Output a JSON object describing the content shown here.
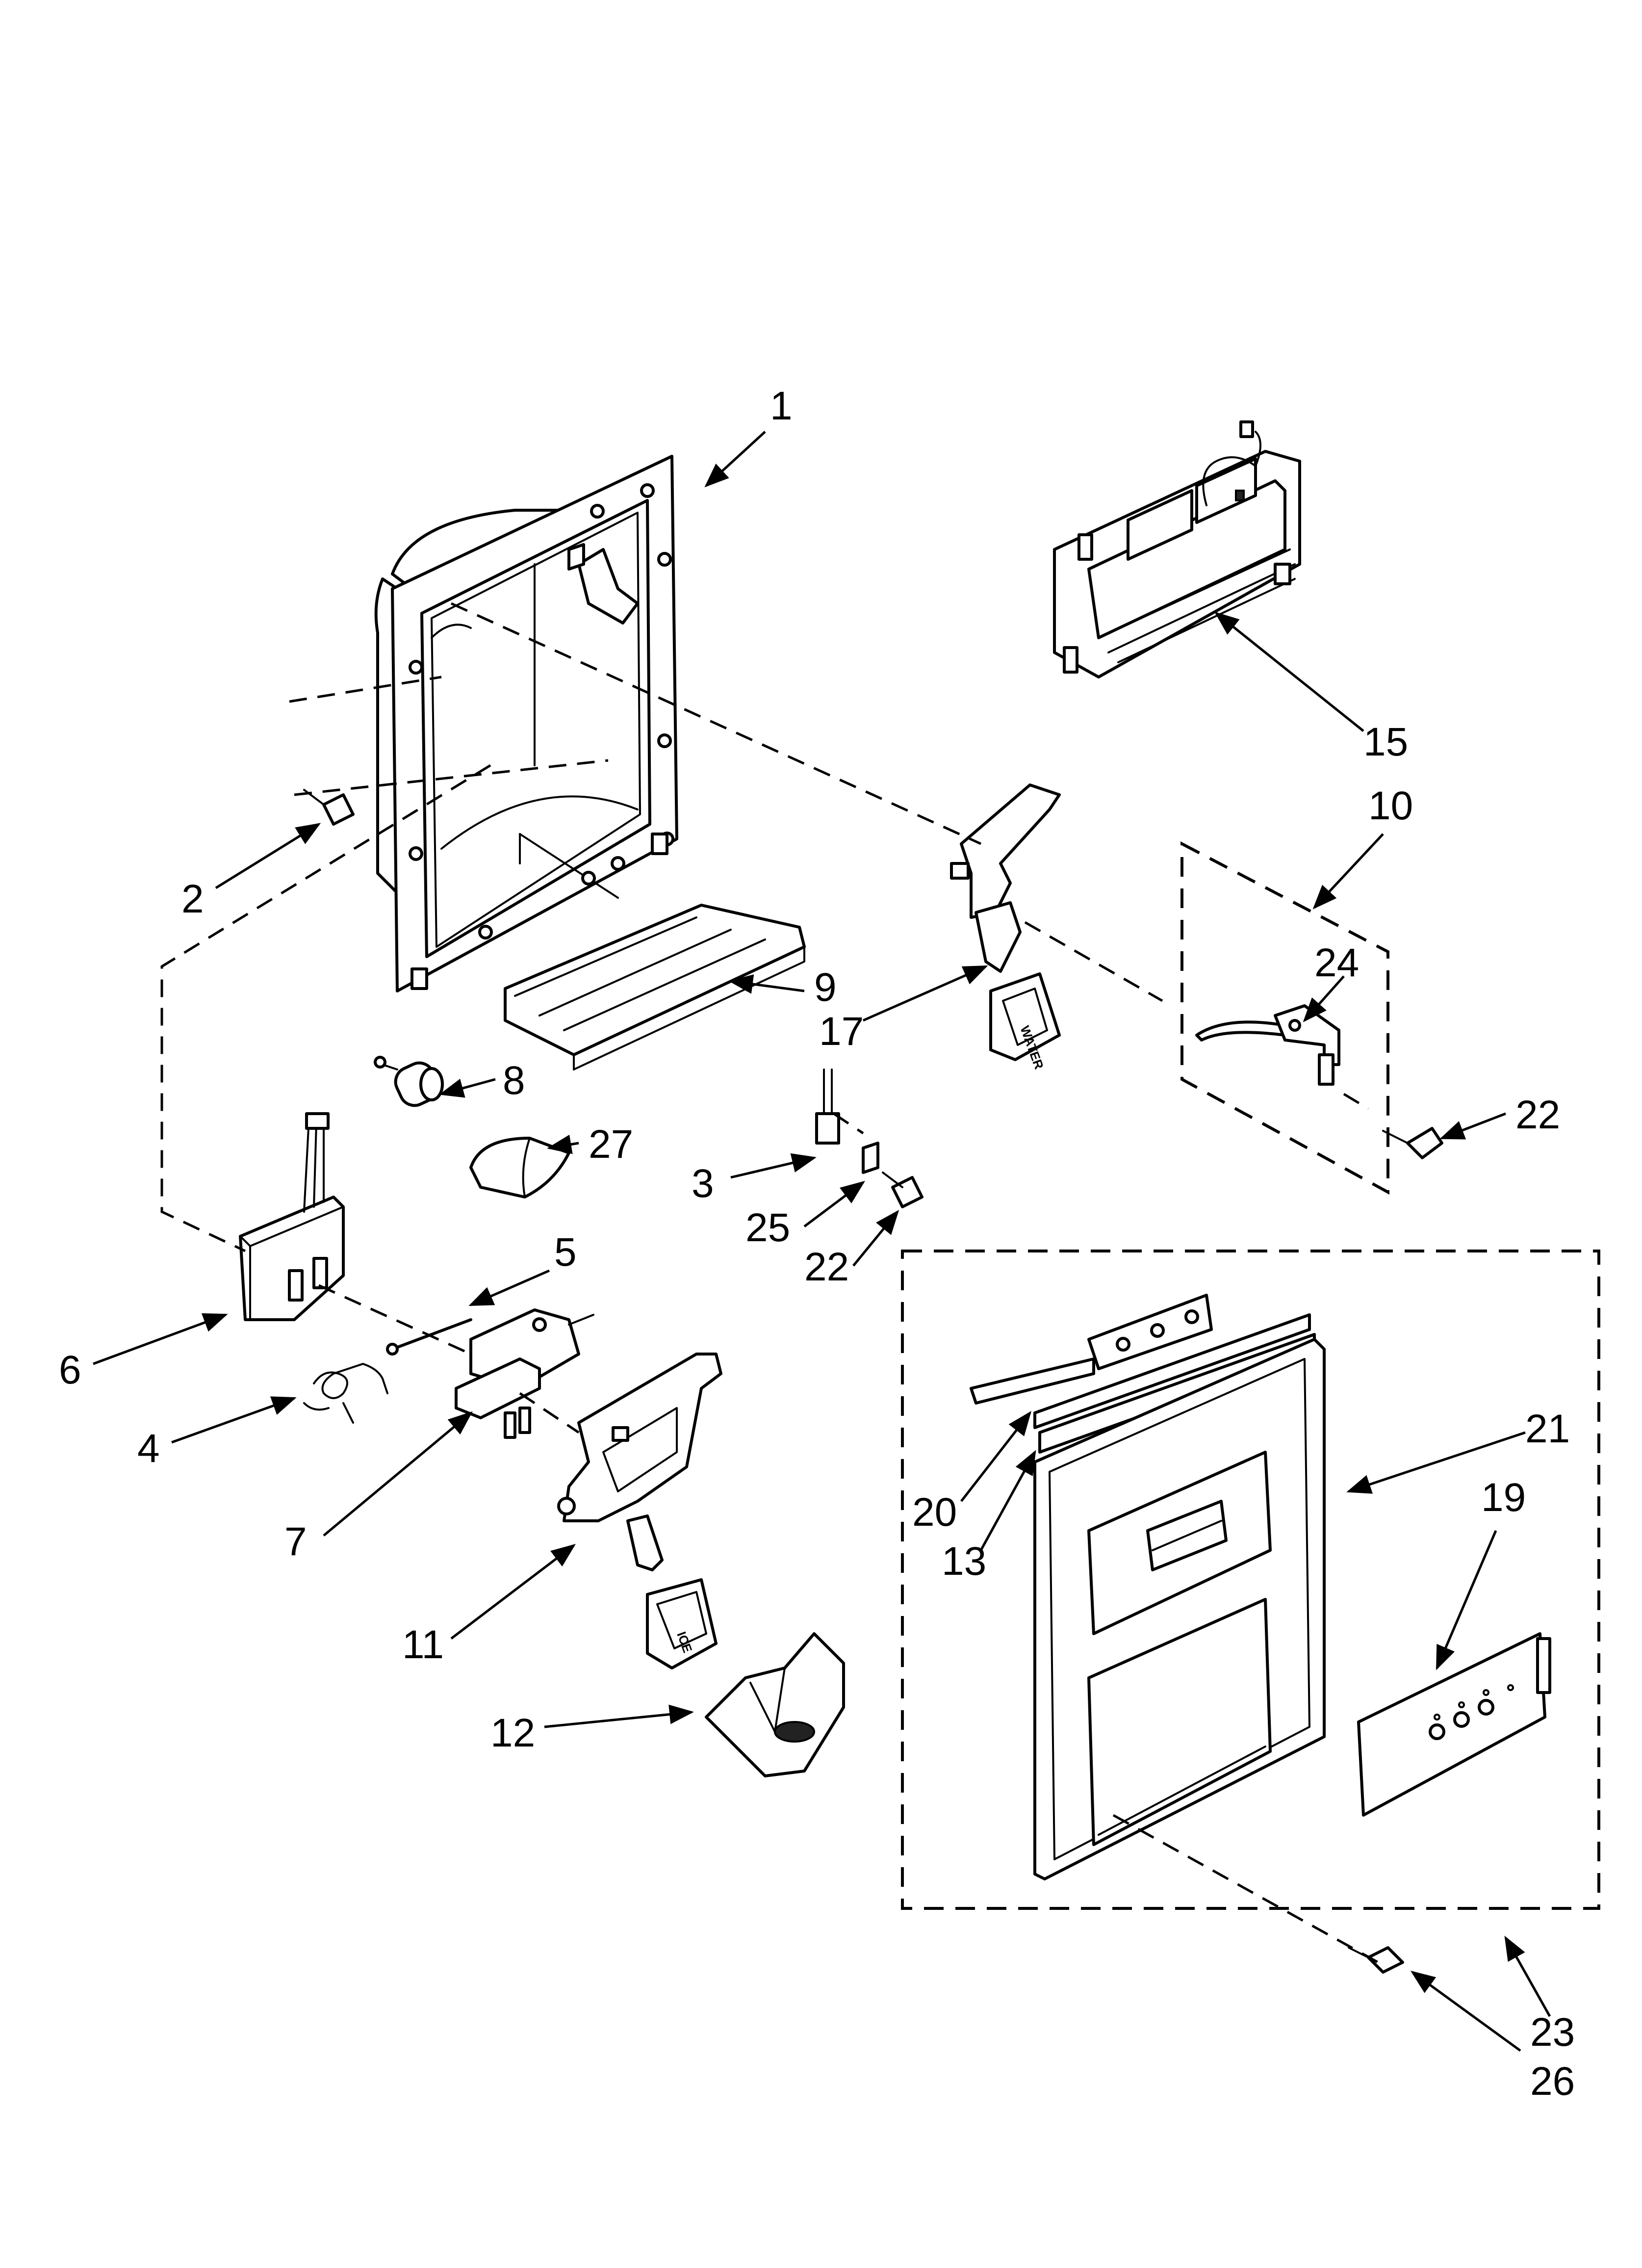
{
  "callouts": {
    "c1": "1",
    "c2": "2",
    "c3": "3",
    "c4": "4",
    "c5": "5",
    "c6": "6",
    "c7": "7",
    "c8": "8",
    "c9": "9",
    "c10": "10",
    "c11": "11",
    "c12": "12",
    "c13": "13",
    "c15": "15",
    "c17": "17",
    "c19": "19",
    "c20": "20",
    "c21": "21",
    "c22a": "22",
    "c22b": "22",
    "c23": "23",
    "c24": "24",
    "c25": "25",
    "c26": "26",
    "c27": "27"
  },
  "pad_labels": {
    "water": "WATER",
    "ice": "ICE"
  }
}
